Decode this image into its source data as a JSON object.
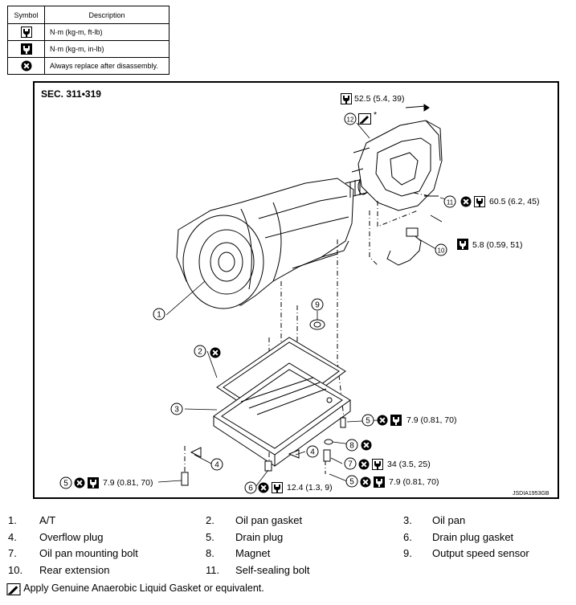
{
  "symbol_table": {
    "headers": {
      "symbol": "Symbol",
      "description": "Description"
    },
    "rows": [
      {
        "icon": "torque-ft-lb-icon",
        "description": "N·m (kg-m, ft-lb)"
      },
      {
        "icon": "torque-in-lb-icon",
        "description": "N·m (kg-m, in-lb)"
      },
      {
        "icon": "replace-icon",
        "description": "Always replace after disassembly."
      }
    ]
  },
  "diagram": {
    "section": "SEC. 311•319",
    "code": "JSDIA1953GB",
    "star": "*",
    "callouts": {
      "c1": "1",
      "c2": "2",
      "c3": "3",
      "c4a": "4",
      "c4b": "4",
      "c5a": "5",
      "c5b": "5",
      "c5c": "5",
      "c6": "6",
      "c7": "7",
      "c8": "8",
      "c9": "9",
      "c10": "10",
      "c11": "11",
      "c12": "12"
    },
    "torques": {
      "t_top": "52.5 (5.4, 39)",
      "t11": "60.5 (6.2, 45)",
      "t10": "5.8 (0.59, 51)",
      "t5_right": "7.9 (0.81, 70)",
      "t7": "34 (3.5, 25)",
      "t5_left": "7.9 (0.81, 70)",
      "t6": "12.4 (1.3, 9)",
      "t5_bottom": "7.9 (0.81, 70)"
    }
  },
  "parts": [
    {
      "num": "1.",
      "name": "A/T"
    },
    {
      "num": "2.",
      "name": "Oil pan gasket"
    },
    {
      "num": "3.",
      "name": "Oil pan"
    },
    {
      "num": "4.",
      "name": "Overflow plug"
    },
    {
      "num": "5.",
      "name": "Drain plug"
    },
    {
      "num": "6.",
      "name": "Drain plug gasket"
    },
    {
      "num": "7.",
      "name": "Oil pan mounting bolt"
    },
    {
      "num": "8.",
      "name": "Magnet"
    },
    {
      "num": "9.",
      "name": "Output speed sensor"
    },
    {
      "num": "10.",
      "name": "Rear extension"
    },
    {
      "num": "11.",
      "name": "Self-sealing bolt"
    }
  ],
  "note": ": Apply Genuine Anaerobic Liquid Gasket or equivalent."
}
